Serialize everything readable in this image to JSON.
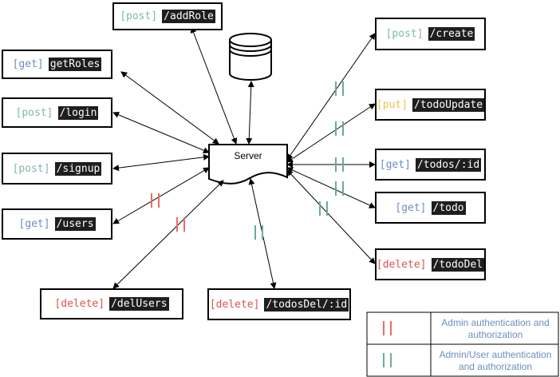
{
  "server": {
    "label": "Server"
  },
  "endpoints": {
    "addRole": {
      "method": "[post]",
      "path": "/addRole"
    },
    "getRoles": {
      "method": "[get]",
      "path": "getRoles"
    },
    "login": {
      "method": "[post]",
      "path": "/login"
    },
    "signup": {
      "method": "[post]",
      "path": "/signup"
    },
    "users": {
      "method": "[get]",
      "path": "/users"
    },
    "delUsers": {
      "method": "[delete]",
      "path": "/delUsers"
    },
    "todosDelId": {
      "method": "[delete]",
      "path": "/todosDel/:id"
    },
    "create": {
      "method": "[post]",
      "path": "/create"
    },
    "todoUpdate": {
      "method": "[put]",
      "path": "/todoUpdate"
    },
    "todosId": {
      "method": "[get]",
      "path": "/todos/:id"
    },
    "todo": {
      "method": "[get]",
      "path": "/todo"
    },
    "todoDel": {
      "method": "[delete]",
      "path": "/todoDel"
    }
  },
  "legend": {
    "admin": "Admin authentication and authorization",
    "admin_user": "Admin/User authentication and authorization"
  },
  "colors": {
    "post": "#7fb7b0",
    "get": "#6c8ebf",
    "put": "#f2c24e",
    "delete": "#d9534f",
    "admin_marker": "#ea6b66",
    "admin_user_marker": "#67ab9f",
    "legend_text": "#6c8ebf"
  }
}
